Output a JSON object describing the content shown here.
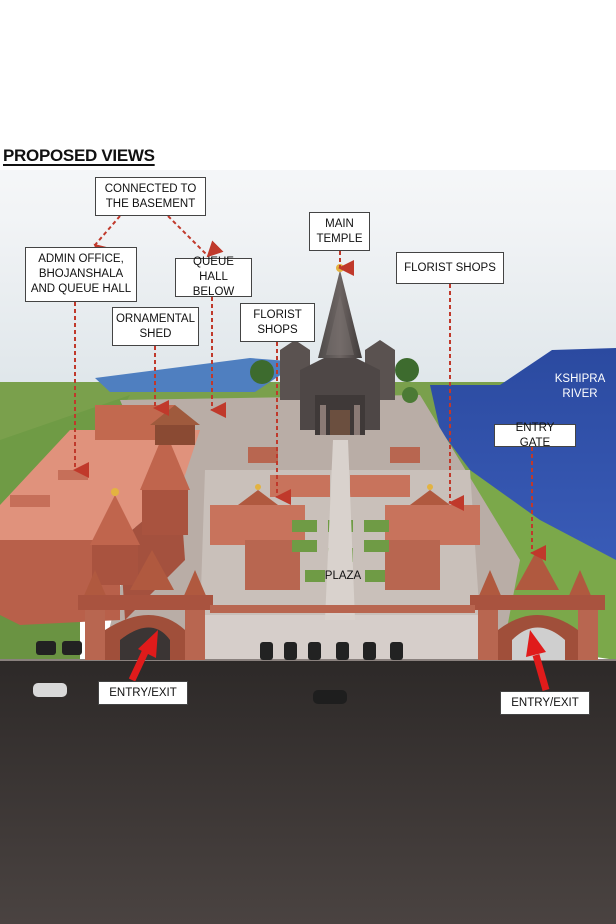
{
  "heading": "PROPOSED VIEWS",
  "labels": {
    "connected_basement": "CONNECTED TO\nTHE BASEMENT",
    "admin_office": "ADMIN OFFICE,\nBHOJANSHALA\nAND QUEUE HALL",
    "queue_hall": "QUEUE HALL\nBELOW",
    "ornamental_shed": "ORNAMENTAL\nSHED",
    "florist_shops_left": "FLORIST\nSHOPS",
    "main_temple": "MAIN\nTEMPLE",
    "florist_shops_right": "FLORIST SHOPS",
    "river": "KSHIPRA\nRIVER",
    "entry_gate": "ENTRY GATE",
    "plaza": "PLAZA",
    "entry_exit_left": "ENTRY/EXIT",
    "entry_exit_right": "ENTRY/EXIT"
  },
  "colors": {
    "sandstone": "#c8735c",
    "sandstone_dark": "#9e4f3b",
    "river": "#2f4fa6",
    "lawn": "#6f9b45",
    "road": "#3b3534",
    "arrow_dashed": "#c0392b",
    "arrow_red": "#e01b1b"
  }
}
